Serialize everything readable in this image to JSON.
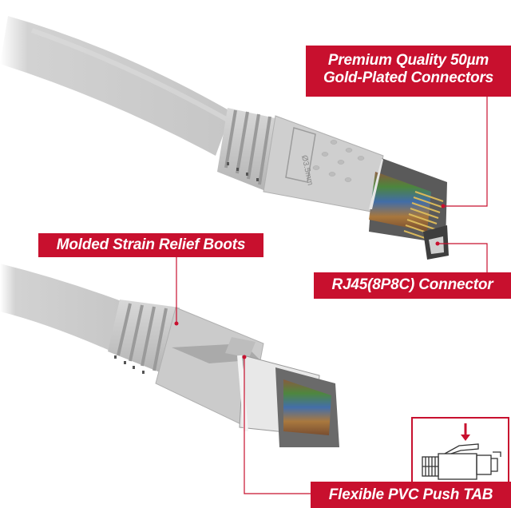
{
  "product": {
    "subject": "Ethernet patch cable with RJ45 connectors",
    "cable_color": "#c9c9c9",
    "boot_marking": "Ø3.5mm"
  },
  "callouts": {
    "gold_plated": {
      "line1": "Premium Quality 50µm",
      "line2": "Gold-Plated Connectors"
    },
    "strain_relief": {
      "label": "Molded Strain Relief Boots"
    },
    "rj45": {
      "label": "RJ45(8P8C) Connector"
    },
    "push_tab": {
      "label": "Flexible PVC Push TAB"
    }
  },
  "colors": {
    "accent_red": "#c8102e",
    "label_text": "#ffffff",
    "background": "#ffffff"
  }
}
